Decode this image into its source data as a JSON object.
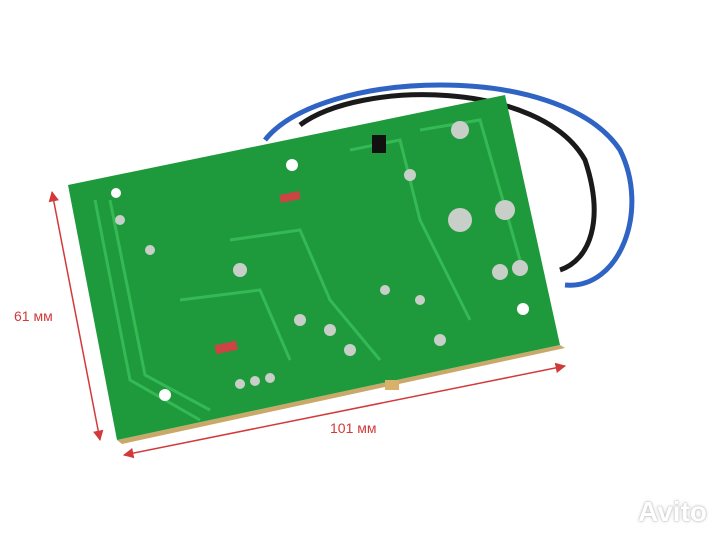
{
  "photo": {
    "subject": "pcb-board",
    "colors": {
      "board": "#1e9a3c",
      "trace": "#33b552",
      "pad": "#c8cfc8",
      "dimension": "#d23a3a",
      "wire_blue": "#2f63c4",
      "wire_black": "#1a1a1a"
    }
  },
  "dimensions": {
    "height_label": "61 мм",
    "width_label": "101 мм"
  },
  "watermark": {
    "text": "Avito"
  }
}
